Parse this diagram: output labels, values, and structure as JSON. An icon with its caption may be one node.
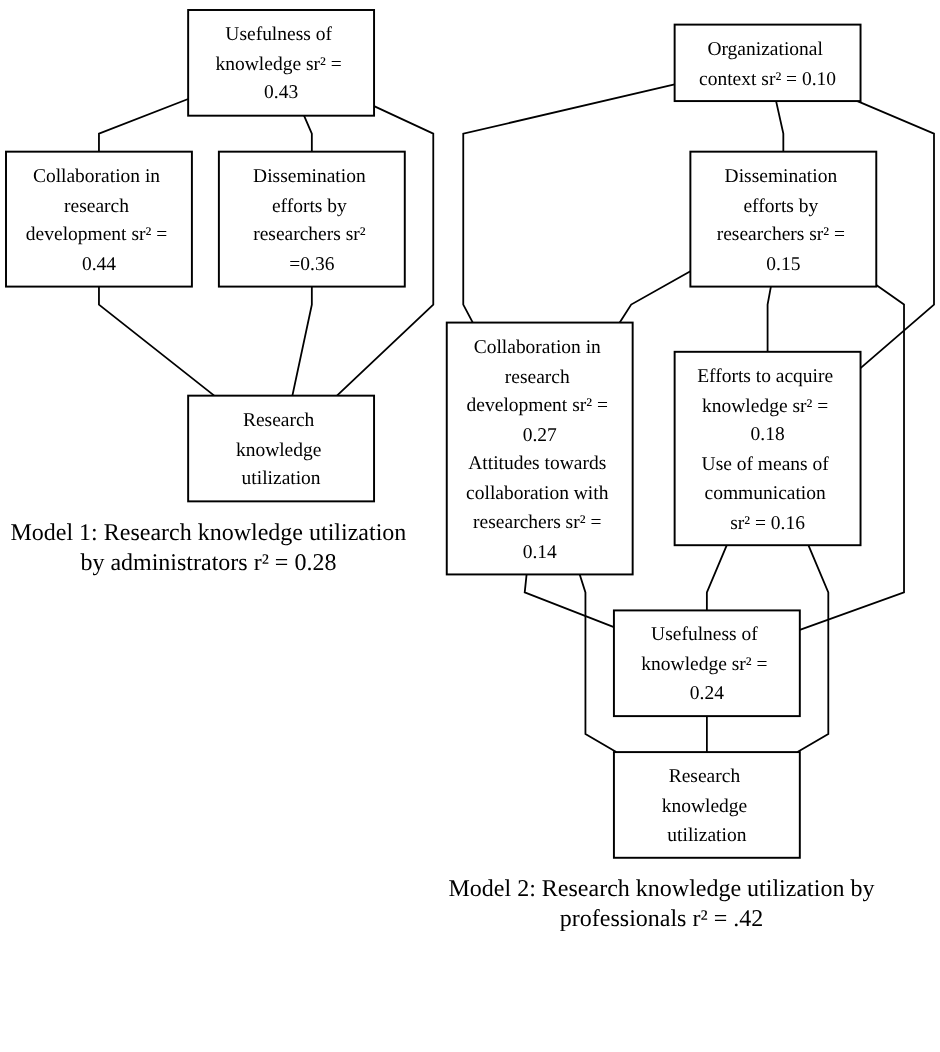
{
  "diagram": {
    "nodes": [
      {
        "text": [
          "Collaboration in research development sr² = 0.44"
        ]
      },
      {
        "text": [
          "Usefulness of knowledge sr² = 0.43"
        ]
      },
      {
        "text": [
          "Dissemination efforts by researchers sr² =0.36"
        ]
      },
      {
        "text": [
          "Research knowledge utilization"
        ]
      },
      {
        "text": [
          "Organizational context sr² = 0.10"
        ]
      },
      {
        "text": [
          "Collaboration in research development sr² = 0.27",
          "Attitudes towards collaboration with researchers sr² = 0.14"
        ]
      },
      {
        "text": [
          "Dissemination efforts by researchers sr² = 0.15"
        ]
      },
      {
        "text": [
          "Efforts to acquire knowledge sr² = 0.18",
          "Use of means of communication sr² = 0.16"
        ]
      },
      {
        "text": [
          "Usefulness of knowledge sr² = 0.24"
        ]
      },
      {
        "text": [
          "Research knowledge utilization"
        ]
      }
    ],
    "edges": [
      {
        "from": 1,
        "to": 0,
        "arrow": "none"
      },
      {
        "from": 1,
        "to": 2,
        "arrow": "none"
      },
      {
        "from": 1,
        "to": 3,
        "arrow": "none"
      },
      {
        "from": 0,
        "to": 3,
        "arrow": "none"
      },
      {
        "from": 2,
        "to": 3,
        "arrow": "none"
      },
      {
        "from": 4,
        "to": 5,
        "arrow": "none"
      },
      {
        "from": 4,
        "to": 6,
        "arrow": "none"
      },
      {
        "from": 4,
        "to": 7,
        "arrow": "none"
      },
      {
        "from": 6,
        "to": 5,
        "arrow": "none"
      },
      {
        "from": 6,
        "to": 7,
        "arrow": "none"
      },
      {
        "from": 5,
        "to": 8,
        "arrow": "none"
      },
      {
        "from": 6,
        "to": 8,
        "arrow": "none"
      },
      {
        "from": 7,
        "to": 8,
        "arrow": "none"
      },
      {
        "from": 8,
        "to": 9,
        "arrow": "none"
      },
      {
        "from": 5,
        "to": 9,
        "arrow": "none"
      },
      {
        "from": 7,
        "to": 9,
        "arrow": "none"
      }
    ],
    "labels": [
      "Model 1: Research knowledge utilization by administrators r² = 0.28",
      "Model 2: Research knowledge utilization by professionals r² = .42"
    ]
  }
}
